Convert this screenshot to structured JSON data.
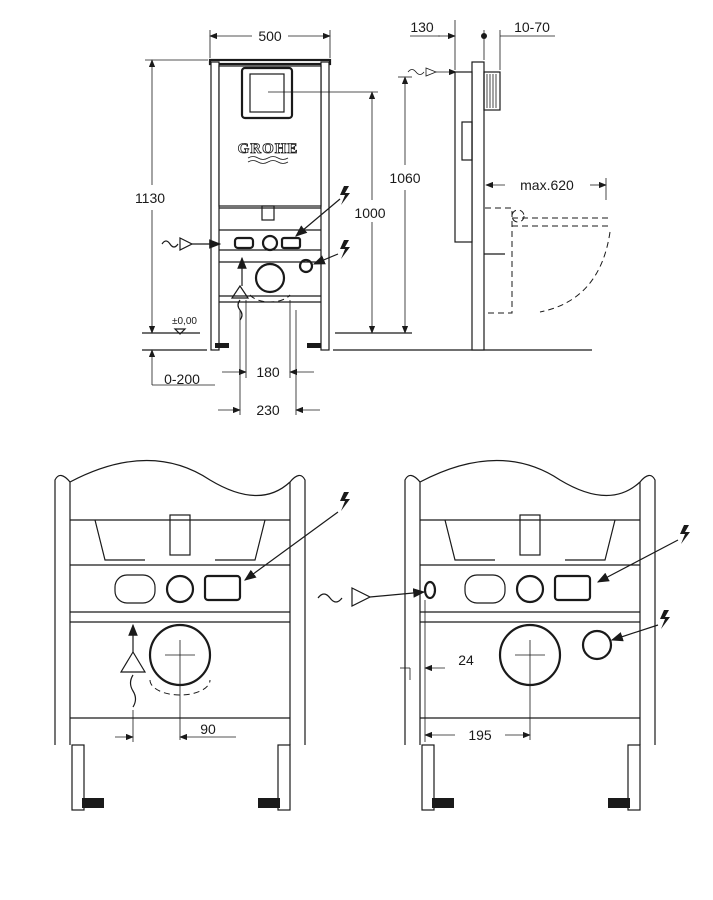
{
  "brand": "GROHE",
  "front_view": {
    "width": "500",
    "height_total": "1130",
    "height_flush": "1060",
    "height_reference": "1000",
    "floor_level": "±0,00",
    "floor_adjust": "0-200",
    "spacing_inner": "180",
    "spacing_outer": "230"
  },
  "side_view": {
    "depth": "130",
    "wall_adjust": "10-70",
    "max_projection": "max.620"
  },
  "detail_left": {
    "offset": "90"
  },
  "detail_right": {
    "offset_small": "24",
    "offset_large": "195"
  },
  "icons": [
    "water-inlet-icon",
    "electric-bolt-icon",
    "drain-arrow-icon",
    "cross-center-icon"
  ]
}
